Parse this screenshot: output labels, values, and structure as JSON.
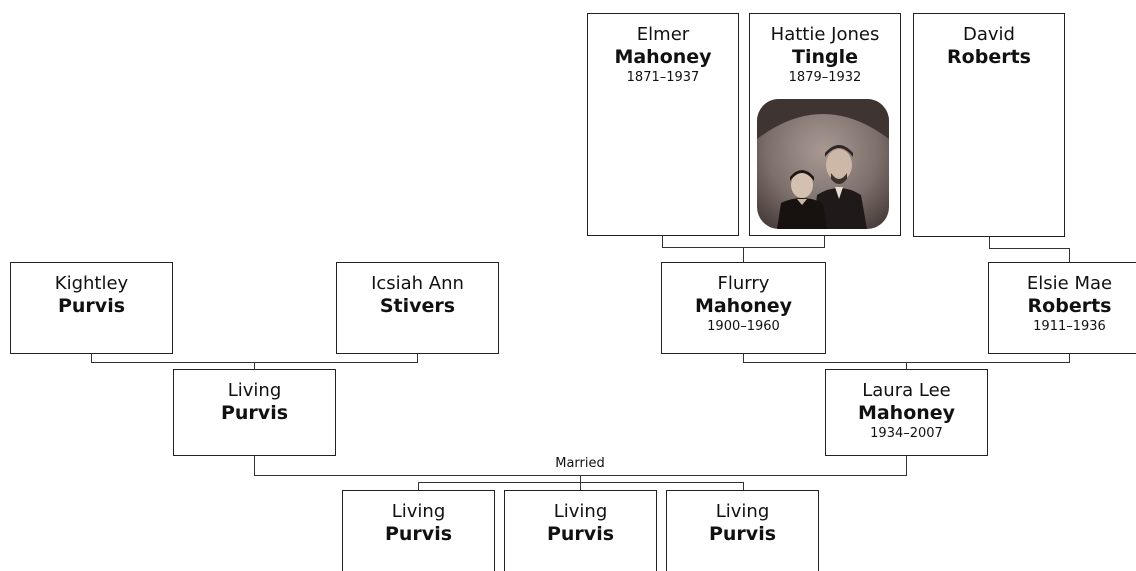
{
  "people": {
    "elmer_mahoney": {
      "given": "Elmer",
      "surname": "Mahoney",
      "dates": "1871–1937"
    },
    "hattie_tingle": {
      "given": "Hattie Jones",
      "surname": "Tingle",
      "dates": "1879–1932"
    },
    "david_roberts": {
      "given": "David",
      "surname": "Roberts",
      "dates": ""
    },
    "kightley_purvis": {
      "given": "Kightley",
      "surname": "Purvis",
      "dates": ""
    },
    "icsiah_stivers": {
      "given": "Icsiah Ann",
      "surname": "Stivers",
      "dates": ""
    },
    "flurry_mahoney": {
      "given": "Flurry",
      "surname": "Mahoney",
      "dates": "1900–1960"
    },
    "elsie_roberts": {
      "given": "Elsie Mae",
      "surname": "Roberts",
      "dates": "1911–1936"
    },
    "living_purvis_parent": {
      "given": "Living",
      "surname": "Purvis",
      "dates": ""
    },
    "laura_mahoney": {
      "given": "Laura Lee",
      "surname": "Mahoney",
      "dates": "1934–2007"
    },
    "child_1": {
      "given": "Living",
      "surname": "Purvis",
      "dates": ""
    },
    "child_2": {
      "given": "Living",
      "surname": "Purvis",
      "dates": ""
    },
    "child_3": {
      "given": "Living",
      "surname": "Purvis",
      "dates": ""
    }
  },
  "marriage_label": "Married",
  "photo_icon": "portrait-photo"
}
